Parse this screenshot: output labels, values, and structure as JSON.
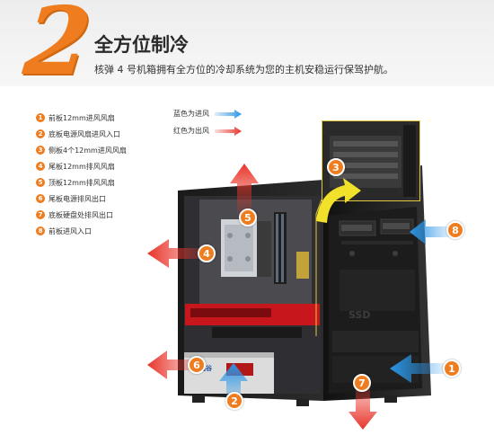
{
  "header": {
    "step_number": "2",
    "title": "全方位制冷",
    "subtitle": "核弹 4 号机箱拥有全方位的冷却系统为您的主机安稳运行保驾护航。"
  },
  "legend": {
    "items": [
      {
        "num": "1",
        "label": "前板12mm进风风扇"
      },
      {
        "num": "2",
        "label": "底板电源风扇进风入口"
      },
      {
        "num": "3",
        "label": "侧板4个12mm进风风扇"
      },
      {
        "num": "4",
        "label": "尾板12mm排风风扇"
      },
      {
        "num": "5",
        "label": "顶板12mm排风风扇"
      },
      {
        "num": "6",
        "label": "尾板电源排风出口"
      },
      {
        "num": "7",
        "label": "底板硬盘处排风出口"
      },
      {
        "num": "8",
        "label": "前板进风入口"
      }
    ],
    "intake_label": "蓝色为进风",
    "exhaust_label": "红色为出风"
  },
  "markers": [
    "1",
    "2",
    "3",
    "4",
    "5",
    "6",
    "7",
    "8"
  ],
  "photo_texts": {
    "drive_bay": "SSD",
    "psu_brand": "鑫谷"
  },
  "colors": {
    "accent": "#ef7d1f",
    "intake": "#2b96e6",
    "exhaust": "#e8352b",
    "inset_border": "#e3c93b"
  }
}
